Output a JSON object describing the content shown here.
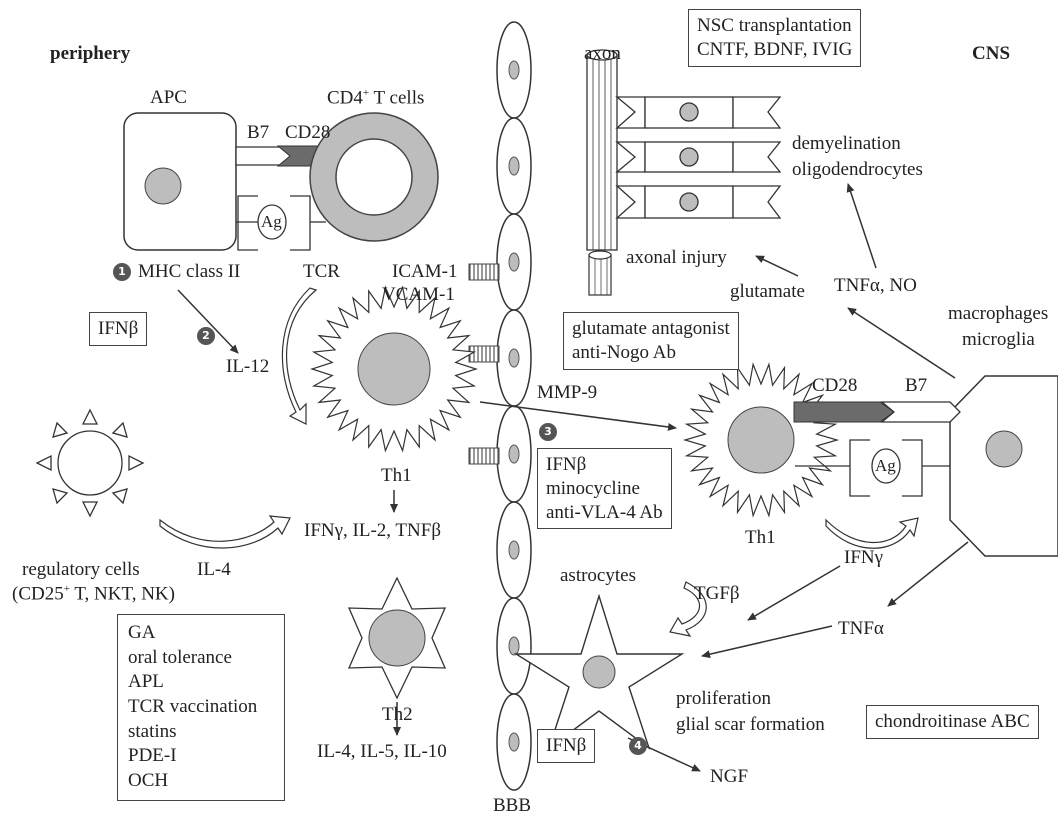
{
  "labels": {
    "periphery": "periphery",
    "cns": "CNS",
    "apc": "APC",
    "b7_left": "B7",
    "cd28_left": "CD28",
    "cd4_t_cells": "CD4",
    "cd4_sup": "+",
    "cd4_suffix": " T cells",
    "ag_left": "Ag",
    "mhc_class_ii": "MHC class II",
    "tcr": "TCR",
    "il12": "IL-12",
    "icam": "ICAM-1",
    "vcam": "VCAM-1",
    "mmp9": "MMP-9",
    "th1_left": "Th1",
    "th1_products": "IFNγ, IL-2, TNFβ",
    "th2": "Th2",
    "th2_products": "IL-4, IL-5, IL-10",
    "il4": "IL-4",
    "regulatory_cells": "regulatory cells",
    "regulatory_sub_prefix": "(CD25",
    "regulatory_sub_sup": "+",
    "regulatory_sub_suffix": " T, NKT, NK)",
    "bbb": "BBB",
    "axon": "axon",
    "demyelination": "demyelination",
    "oligodendrocytes": "oligodendrocytes",
    "axonal_injury": "axonal injury",
    "glutamate": "glutamate",
    "tnf_no": "TNFα, NO",
    "macrophages": "macrophages",
    "microglia": "microglia",
    "cd28_right": "CD28",
    "b7_right": "B7",
    "ag_right": "Ag",
    "th1_right": "Th1",
    "ifng_right": "IFNγ",
    "tnfa": "TNFα",
    "tgfb": "TGFβ",
    "astrocytes": "astrocytes",
    "proliferation": "proliferation",
    "glial_scar": "glial scar formation",
    "ngf": "NGF",
    "step1": "1",
    "step2": "2",
    "step3": "3",
    "step4": "4"
  },
  "boxes": {
    "nsc": [
      "NSC transplantation",
      "CNTF, BDNF, IVIG"
    ],
    "ifnb_left": [
      "IFNβ"
    ],
    "glutamate_antagonist": [
      "glutamate antagonist",
      "anti-Nogo Ab"
    ],
    "ifnb_middle": [
      "IFNβ",
      "minocycline",
      "anti-VLA-4 Ab"
    ],
    "therapies": [
      "GA",
      "oral tolerance",
      "APL",
      "TCR vaccination",
      "statins",
      "PDE-I",
      "OCH"
    ],
    "chondroitinase": [
      "chondroitinase ABC"
    ],
    "ifnb_bottom": [
      "IFNβ"
    ]
  },
  "colors": {
    "nucleus": "#bdbdbd",
    "dark_receptor": "#6b6b6b",
    "line": "#333333",
    "step_marker": "#555555"
  }
}
